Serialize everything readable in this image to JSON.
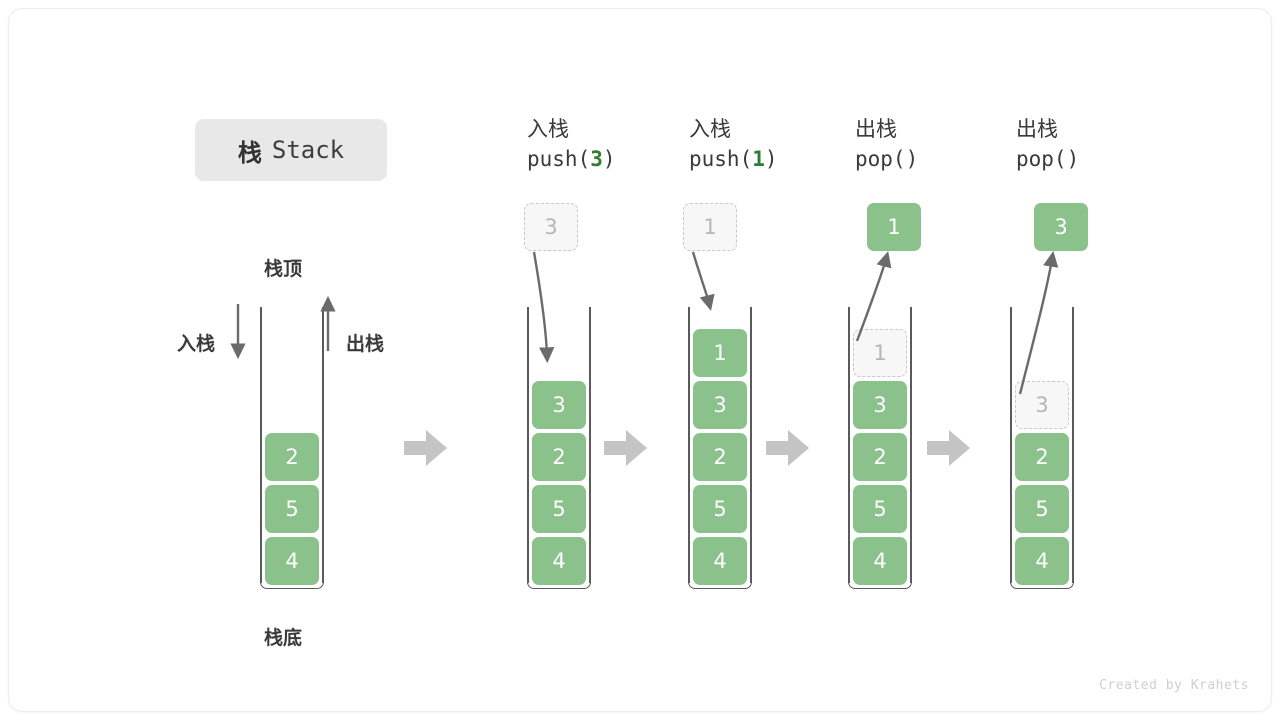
{
  "figure": {
    "title_cn": "栈",
    "title_en": "Stack",
    "top_label": "栈顶",
    "bottom_label": "栈底",
    "push_label": "入栈",
    "pop_label": "出栈",
    "credit": "Created by Krahets",
    "colors": {
      "element": "#8bc28b",
      "element_text": "#ffffff",
      "ghost_fill": "#f7f7f7",
      "ghost_text": "#b6b6b6",
      "ghost_border": "#c9c9c9",
      "wall": "#5a5a5a",
      "arrow": "#6b6b6b",
      "flow_arrow": "#c4c4c4",
      "accent_code": "#2e7d32",
      "title_chip": "#e8e8e8"
    }
  },
  "legend": {
    "push_arrow_direction": "down",
    "pop_arrow_direction": "up"
  },
  "stages": [
    {
      "name": "initial",
      "caption_cn": "",
      "caption_code": "",
      "code_arg": "",
      "stack": [
        {
          "value": "4",
          "state": "solid"
        },
        {
          "value": "5",
          "state": "solid"
        },
        {
          "value": "2",
          "state": "solid"
        }
      ],
      "float_box": null
    },
    {
      "name": "push-3",
      "caption_cn": "入栈",
      "caption_code_prefix": "push(",
      "code_arg": "3",
      "caption_code_suffix": ")",
      "stack": [
        {
          "value": "4",
          "state": "solid"
        },
        {
          "value": "5",
          "state": "solid"
        },
        {
          "value": "2",
          "state": "solid"
        },
        {
          "value": "3",
          "state": "solid"
        }
      ],
      "float_box": {
        "value": "3",
        "state": "ghost"
      }
    },
    {
      "name": "push-1",
      "caption_cn": "入栈",
      "caption_code_prefix": "push(",
      "code_arg": "1",
      "caption_code_suffix": ")",
      "stack": [
        {
          "value": "4",
          "state": "solid"
        },
        {
          "value": "5",
          "state": "solid"
        },
        {
          "value": "2",
          "state": "solid"
        },
        {
          "value": "3",
          "state": "solid"
        },
        {
          "value": "1",
          "state": "solid"
        }
      ],
      "float_box": {
        "value": "1",
        "state": "ghost"
      }
    },
    {
      "name": "pop-1",
      "caption_cn": "出栈",
      "caption_code_prefix": "pop(",
      "code_arg": "",
      "caption_code_suffix": ")",
      "stack": [
        {
          "value": "4",
          "state": "solid"
        },
        {
          "value": "5",
          "state": "solid"
        },
        {
          "value": "2",
          "state": "solid"
        },
        {
          "value": "3",
          "state": "solid"
        },
        {
          "value": "1",
          "state": "ghost"
        }
      ],
      "float_box": {
        "value": "1",
        "state": "solid"
      }
    },
    {
      "name": "pop-3",
      "caption_cn": "出栈",
      "caption_code_prefix": "pop(",
      "code_arg": "",
      "caption_code_suffix": ")",
      "stack": [
        {
          "value": "4",
          "state": "solid"
        },
        {
          "value": "5",
          "state": "solid"
        },
        {
          "value": "2",
          "state": "solid"
        },
        {
          "value": "3",
          "state": "ghost"
        }
      ],
      "float_box": {
        "value": "3",
        "state": "solid"
      }
    }
  ]
}
